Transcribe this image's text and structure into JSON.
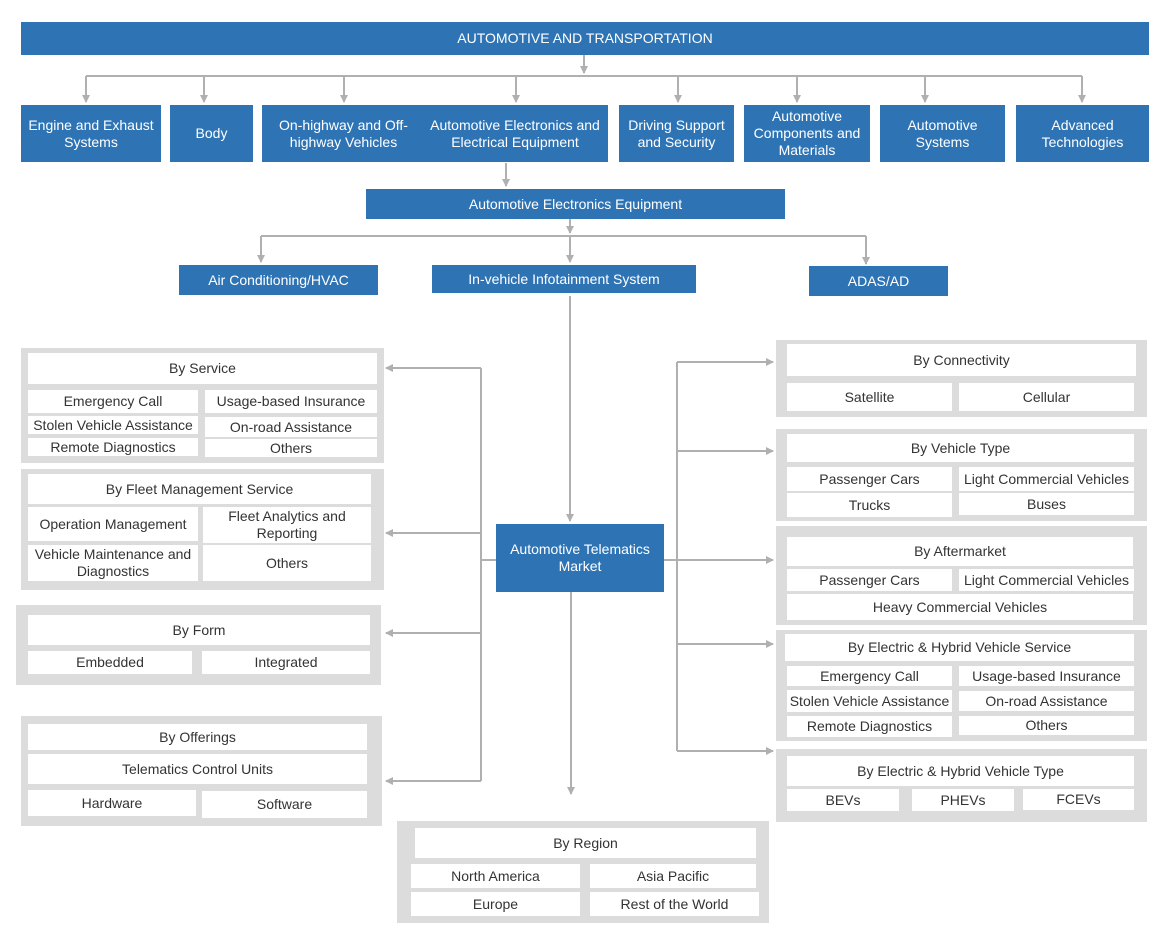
{
  "top": "AUTOMOTIVE AND TRANSPORTATION",
  "level1": [
    "Engine and Exhaust Systems",
    "Body",
    "On-highway and Off-highway Vehicles",
    "Automotive Electronics and Electrical Equipment",
    "Driving Support and Security",
    "Automotive Components and Materials",
    "Automotive Systems",
    "Advanced Technologies"
  ],
  "level2": "Automotive Electronics Equipment",
  "level3": [
    "Air Conditioning/HVAC",
    "In-vehicle Infotainment System",
    "ADAS/AD"
  ],
  "center": "Automotive Telematics Market",
  "by_service": {
    "title": "By Service",
    "items": [
      "Emergency Call",
      "Usage-based Insurance",
      "Stolen Vehicle Assistance",
      "On-road Assistance",
      "Remote Diagnostics",
      "Others"
    ]
  },
  "by_fleet": {
    "title": "By Fleet Management Service",
    "items": [
      "Operation Management",
      "Fleet Analytics and Reporting",
      "Vehicle Maintenance and Diagnostics",
      "Others"
    ]
  },
  "by_form": {
    "title": "By Form",
    "items": [
      "Embedded",
      "Integrated"
    ]
  },
  "by_offerings": {
    "title": "By Offerings",
    "items": [
      "Telematics Control Units",
      "Hardware",
      "Software"
    ]
  },
  "by_region": {
    "title": "By Region",
    "items": [
      "North America",
      "Asia Pacific",
      "Europe",
      "Rest of the World"
    ]
  },
  "by_connectivity": {
    "title": "By Connectivity",
    "items": [
      "Satellite",
      "Cellular"
    ]
  },
  "by_vehicle_type": {
    "title": "By Vehicle Type",
    "items": [
      "Passenger Cars",
      "Light Commercial Vehicles",
      "Trucks",
      "Buses"
    ]
  },
  "by_aftermarket": {
    "title": "By Aftermarket",
    "items": [
      "Passenger Cars",
      "Light Commercial Vehicles",
      "Heavy Commercial Vehicles"
    ]
  },
  "by_ehv_service": {
    "title": "By Electric & Hybrid Vehicle Service",
    "items": [
      "Emergency Call",
      "Usage-based Insurance",
      "Stolen Vehicle Assistance",
      "On-road Assistance",
      "Remote Diagnostics",
      "Others"
    ]
  },
  "by_ehv_type": {
    "title": "By Electric & Hybrid Vehicle Type",
    "items": [
      "BEVs",
      "PHEVs",
      "FCEVs"
    ]
  },
  "colors": {
    "box_blue": "#2e74b5",
    "group_gray": "#dcdcdc",
    "connector": "#b0b0b0"
  }
}
